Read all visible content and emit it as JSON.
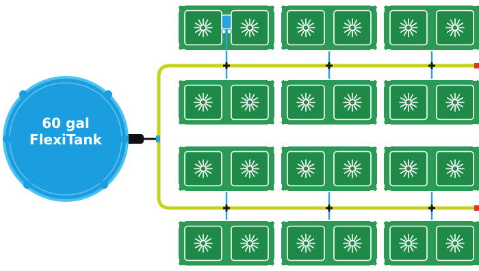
{
  "tank": {
    "label_line1": "60 gal",
    "label_line2": "FlexiTank",
    "color": "#1a9ee0",
    "outline_color": "#4cc2f0"
  },
  "colors": {
    "tray_fill": "#2a9a55",
    "tray_panel": "#1f8a47",
    "tray_border": "#ffffff",
    "pipe_main": "#c6d21e",
    "pipe_feed": "#29a4dc",
    "connector": "#111111",
    "end_cap": "#e0312c",
    "flower": "#ffffff"
  },
  "layout_info": {
    "rows": 4,
    "trays_per_row": 3,
    "pots_per_tray": 2,
    "supply_lines": 2
  },
  "icons": {
    "pot": "flower-icon",
    "controller": "float-valve-icon"
  }
}
